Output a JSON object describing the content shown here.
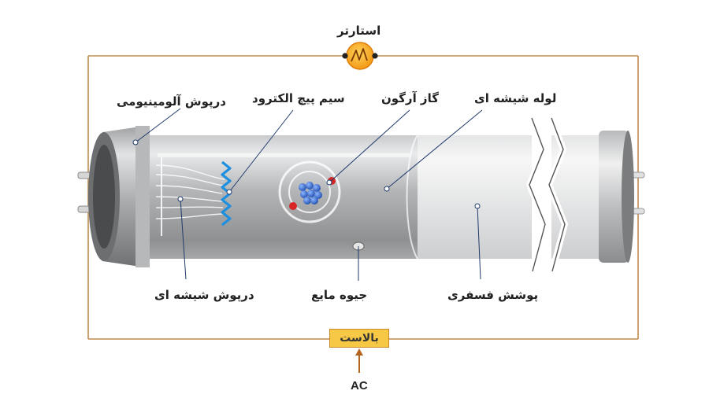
{
  "labels": {
    "starter": "استارتر",
    "aluminum_cap": "درپوش آلومینیومی",
    "coil_electrode": "سیم پیچ الکترود",
    "argon_gas": "گاز آرگون",
    "glass_tube": "لوله شیشه ای",
    "glass_cap": "درپوش شیشه ای",
    "liquid_mercury": "جیوه مایع",
    "phosphor_coating": "پوشش فسفری",
    "ballast": "بالاست",
    "ac": "AC"
  },
  "colors": {
    "circuit_wire": "#c08a4c",
    "tube_gray": "#a9abad",
    "phosphor_white": "#e8e8e8",
    "electrode_coil": "#1e8fe0",
    "atom_nucleus": "#2d5fc4",
    "electron": "#d72626",
    "starter_orange": "#f7a21b",
    "ballast_fill": "#f6c845",
    "ac_arrow": "#b5651d"
  }
}
